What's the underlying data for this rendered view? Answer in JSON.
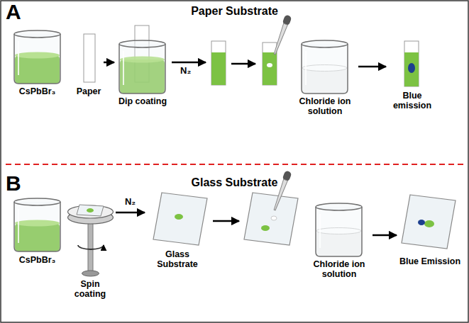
{
  "diagram": {
    "nodes": [
      {
        "text": [
          "A",
          "Paper Substrate"
        ]
      },
      {
        "text": [
          "CsPbBr₃"
        ],
        "in": 0
      },
      {
        "text": [
          "Paper"
        ],
        "in": 0
      },
      {
        "text": [
          "Dip coating"
        ],
        "in": 0
      },
      {
        "text": [
          "Chloride ion solution"
        ],
        "in": 0
      },
      {
        "text": [
          "Blue emission"
        ],
        "in": 0
      },
      {
        "text": [
          "B",
          "Glass Substrate"
        ]
      },
      {
        "text": [
          "CsPbBr₃"
        ],
        "in": 6
      },
      {
        "text": [
          "Spin coating"
        ],
        "in": 6
      },
      {
        "text": [
          "Glass Substrate"
        ],
        "in": 6
      },
      {
        "text": [
          "Chloride ion solution"
        ],
        "in": 6
      },
      {
        "text": [
          "Blue Emission"
        ],
        "in": 6
      }
    ],
    "edges": [
      {
        "from": 2,
        "to": 3,
        "arrow": "to"
      },
      {
        "from": 4,
        "to": 5,
        "arrow": "to"
      },
      {
        "from": 8,
        "to": 9,
        "label": "N₂",
        "arrow": "to"
      },
      {
        "from": 10,
        "to": 11,
        "arrow": "to"
      }
    ],
    "labels": [
      "N₂"
    ]
  }
}
